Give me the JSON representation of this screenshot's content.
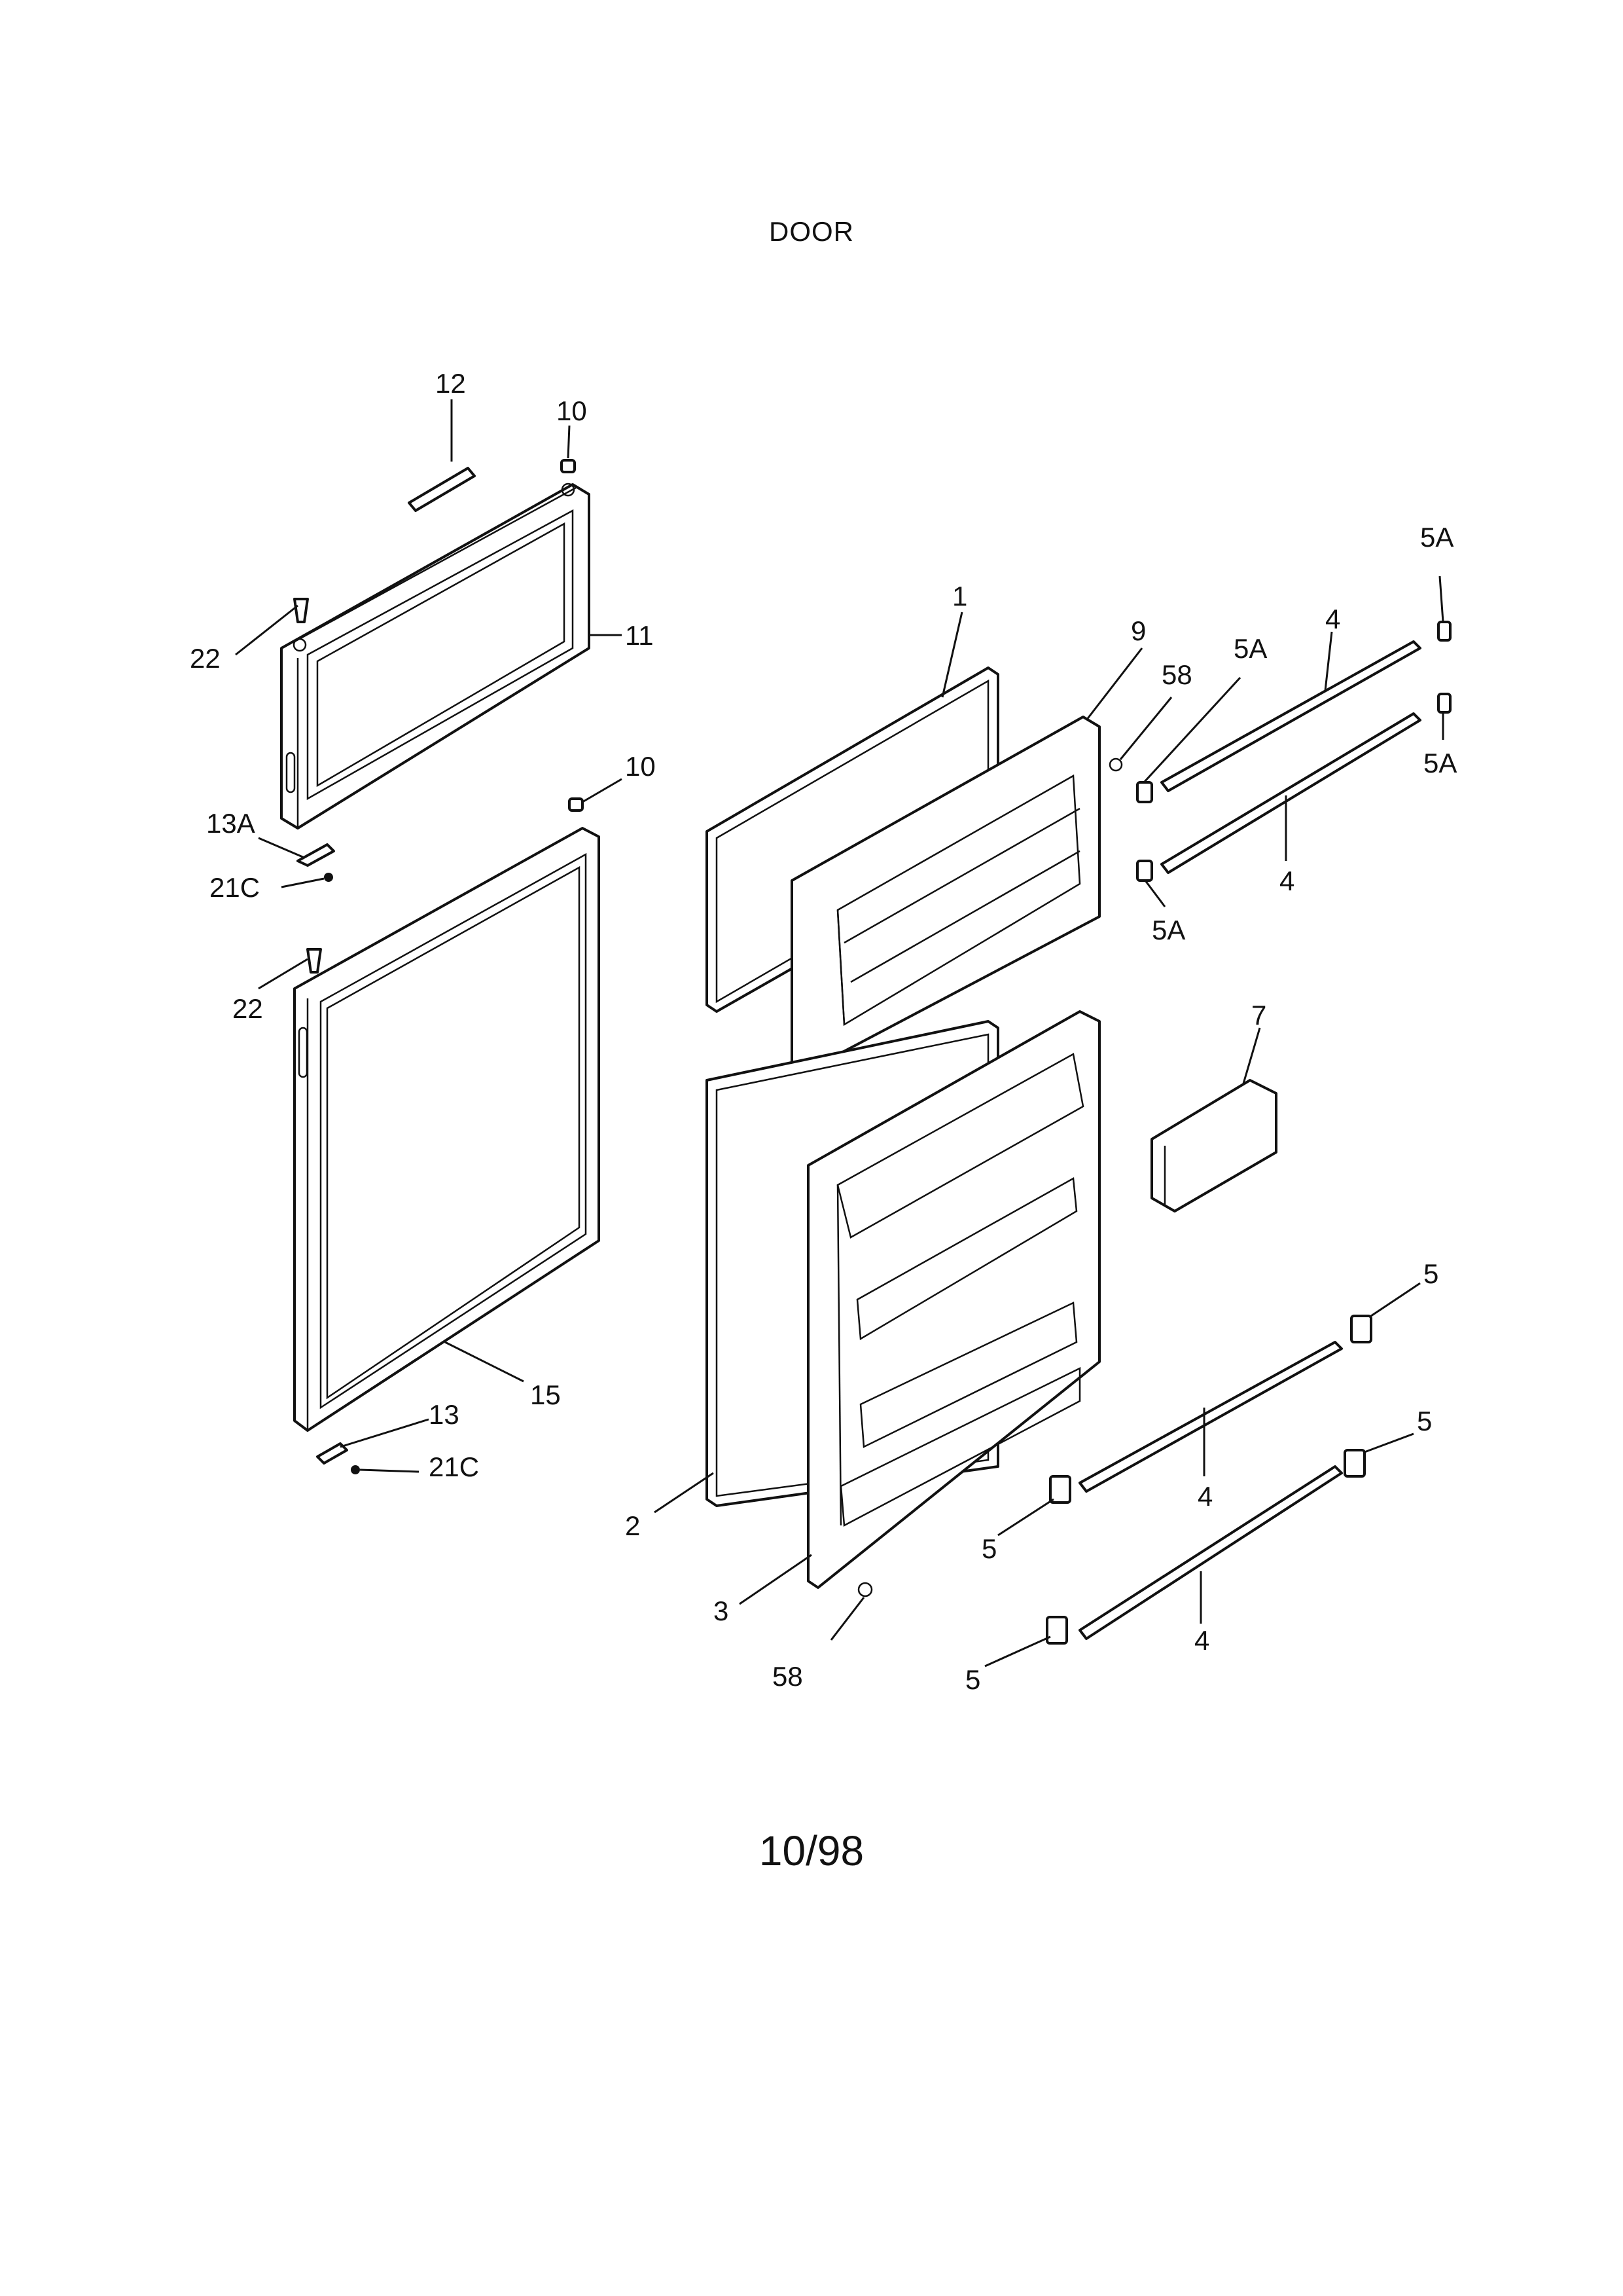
{
  "title": "DOOR",
  "date_code": "10/98",
  "callouts": [
    "12",
    "10",
    "22",
    "11",
    "13A",
    "21C",
    "10",
    "22",
    "15",
    "13",
    "21C",
    "1",
    "2",
    "3",
    "58",
    "9",
    "58",
    "5A",
    "4",
    "5A",
    "5A",
    "4",
    "5A",
    "7",
    "5",
    "5",
    "4",
    "5",
    "5",
    "4"
  ]
}
